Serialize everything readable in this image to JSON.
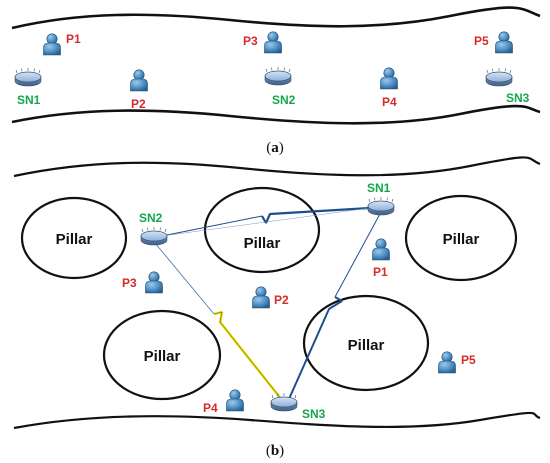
{
  "panel_a": {
    "caption": {
      "open": "(",
      "letter": "a",
      "close": ")"
    },
    "persons": [
      "P1",
      "P2",
      "P3",
      "P4",
      "P5"
    ],
    "nodes": [
      "SN1",
      "SN2",
      "SN3"
    ]
  },
  "panel_b": {
    "caption": {
      "open": "(",
      "letter": "b",
      "close": ")"
    },
    "pillar_label": "Pillar",
    "persons": [
      "P1",
      "P2",
      "P3",
      "P4",
      "P5"
    ],
    "nodes": [
      "SN1",
      "SN2",
      "SN3"
    ]
  },
  "colors": {
    "person_label": "#d62b2b",
    "node_label": "#12a84a",
    "person_fill": "#4d8fc4",
    "node_fill": "#a9c4e6",
    "link_blue": "#1f4e8c",
    "link_yellow": "#e3d400"
  },
  "icons": {
    "person": "person-icon",
    "node": "sensor-node-icon",
    "wireless": "lightning-link-icon"
  }
}
